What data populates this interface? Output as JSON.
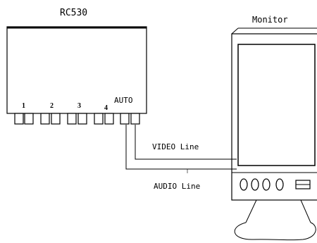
{
  "device": {
    "name": "RC530",
    "ports": [
      "1",
      "2",
      "3",
      "4"
    ],
    "auto_label": "AUTO"
  },
  "monitor": {
    "name": "Monitor"
  },
  "lines": {
    "video": "VIDEO Line",
    "audio": "AUDIO Line"
  }
}
